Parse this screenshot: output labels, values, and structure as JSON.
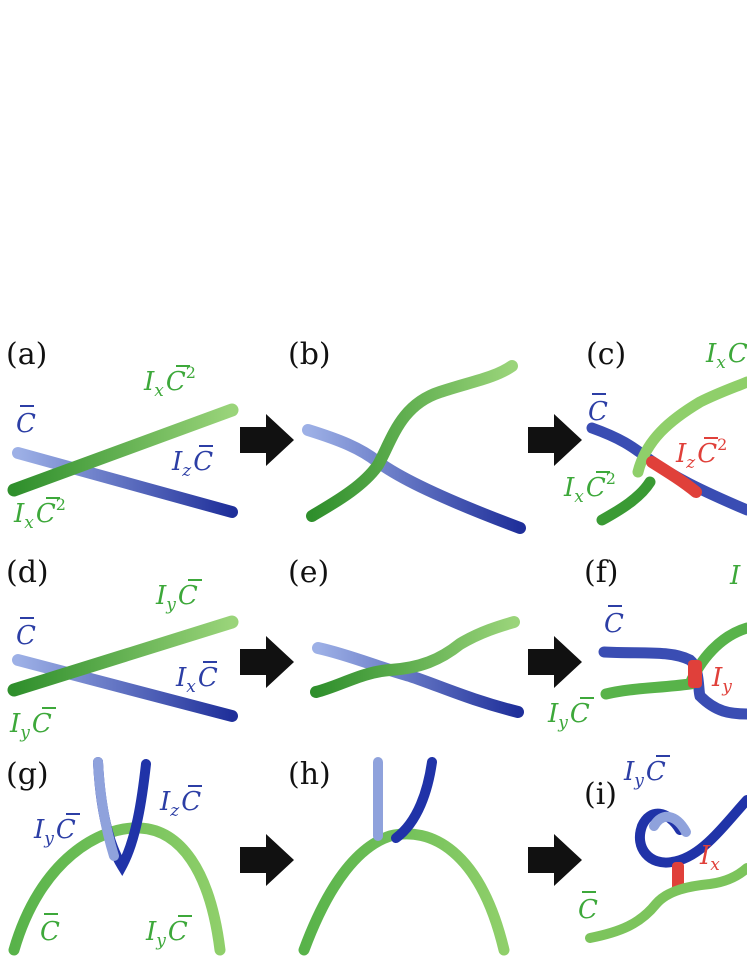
{
  "panels": {
    "a": {
      "letter": "(a)",
      "labels": {
        "c": {
          "base": "C",
          "sub": "",
          "sup": ""
        },
        "ixc2_top": {
          "base": "I",
          "sub": "x",
          "sup": "2"
        },
        "izc": {
          "base": "I",
          "sub": "z",
          "sup": ""
        },
        "ixc2_bottom": {
          "base": "I",
          "sub": "x",
          "sup": "2"
        }
      }
    },
    "b": {
      "letter": "(b)"
    },
    "c": {
      "letter": "(c)",
      "labels": {
        "c": {
          "base": "C",
          "sub": "",
          "sup": ""
        },
        "ixc_top": {
          "base": "I",
          "sub": "x",
          "sup": ""
        },
        "izc2": {
          "base": "I",
          "sub": "z",
          "sup": "2"
        },
        "ixc2": {
          "base": "I",
          "sub": "x",
          "sup": "2"
        }
      }
    },
    "d": {
      "letter": "(d)",
      "labels": {
        "c": {
          "base": "C",
          "sub": "",
          "sup": ""
        },
        "iyc_top": {
          "base": "I",
          "sub": "y",
          "sup": ""
        },
        "ixc": {
          "base": "I",
          "sub": "x",
          "sup": ""
        },
        "iyc_bottom": {
          "base": "I",
          "sub": "y",
          "sup": ""
        }
      }
    },
    "e": {
      "letter": "(e)"
    },
    "f": {
      "letter": "(f)",
      "labels": {
        "c": {
          "base": "C",
          "sub": "",
          "sup": ""
        },
        "iy": {
          "base": "I",
          "sub": "y",
          "sup": ""
        },
        "iyc": {
          "base": "I",
          "sub": "y",
          "sup": ""
        },
        "iy_top": {
          "base": "I",
          "sub": "",
          "sup": ""
        }
      }
    },
    "g": {
      "letter": "(g)",
      "labels": {
        "iyc": {
          "base": "I",
          "sub": "y",
          "sup": ""
        },
        "izc": {
          "base": "I",
          "sub": "z",
          "sup": ""
        },
        "c": {
          "base": "C",
          "sub": "",
          "sup": ""
        },
        "iyc_bottom": {
          "base": "I",
          "sub": "y",
          "sup": ""
        }
      }
    },
    "h": {
      "letter": "(h)"
    },
    "i": {
      "letter": "(i)",
      "labels": {
        "iyc": {
          "base": "I",
          "sub": "y",
          "sup": ""
        },
        "ix": {
          "base": "I",
          "sub": "x",
          "sup": ""
        },
        "c": {
          "base": "C",
          "sub": "",
          "sup": ""
        }
      }
    }
  },
  "colors": {
    "green": "#3da83a",
    "green_light": "#8fcf6a",
    "blue": "#2c3ea5",
    "blue_light": "#8fa2dc",
    "red": "#e0403a",
    "arrow": "#111111"
  },
  "icons": [
    "right-arrow-icon"
  ]
}
